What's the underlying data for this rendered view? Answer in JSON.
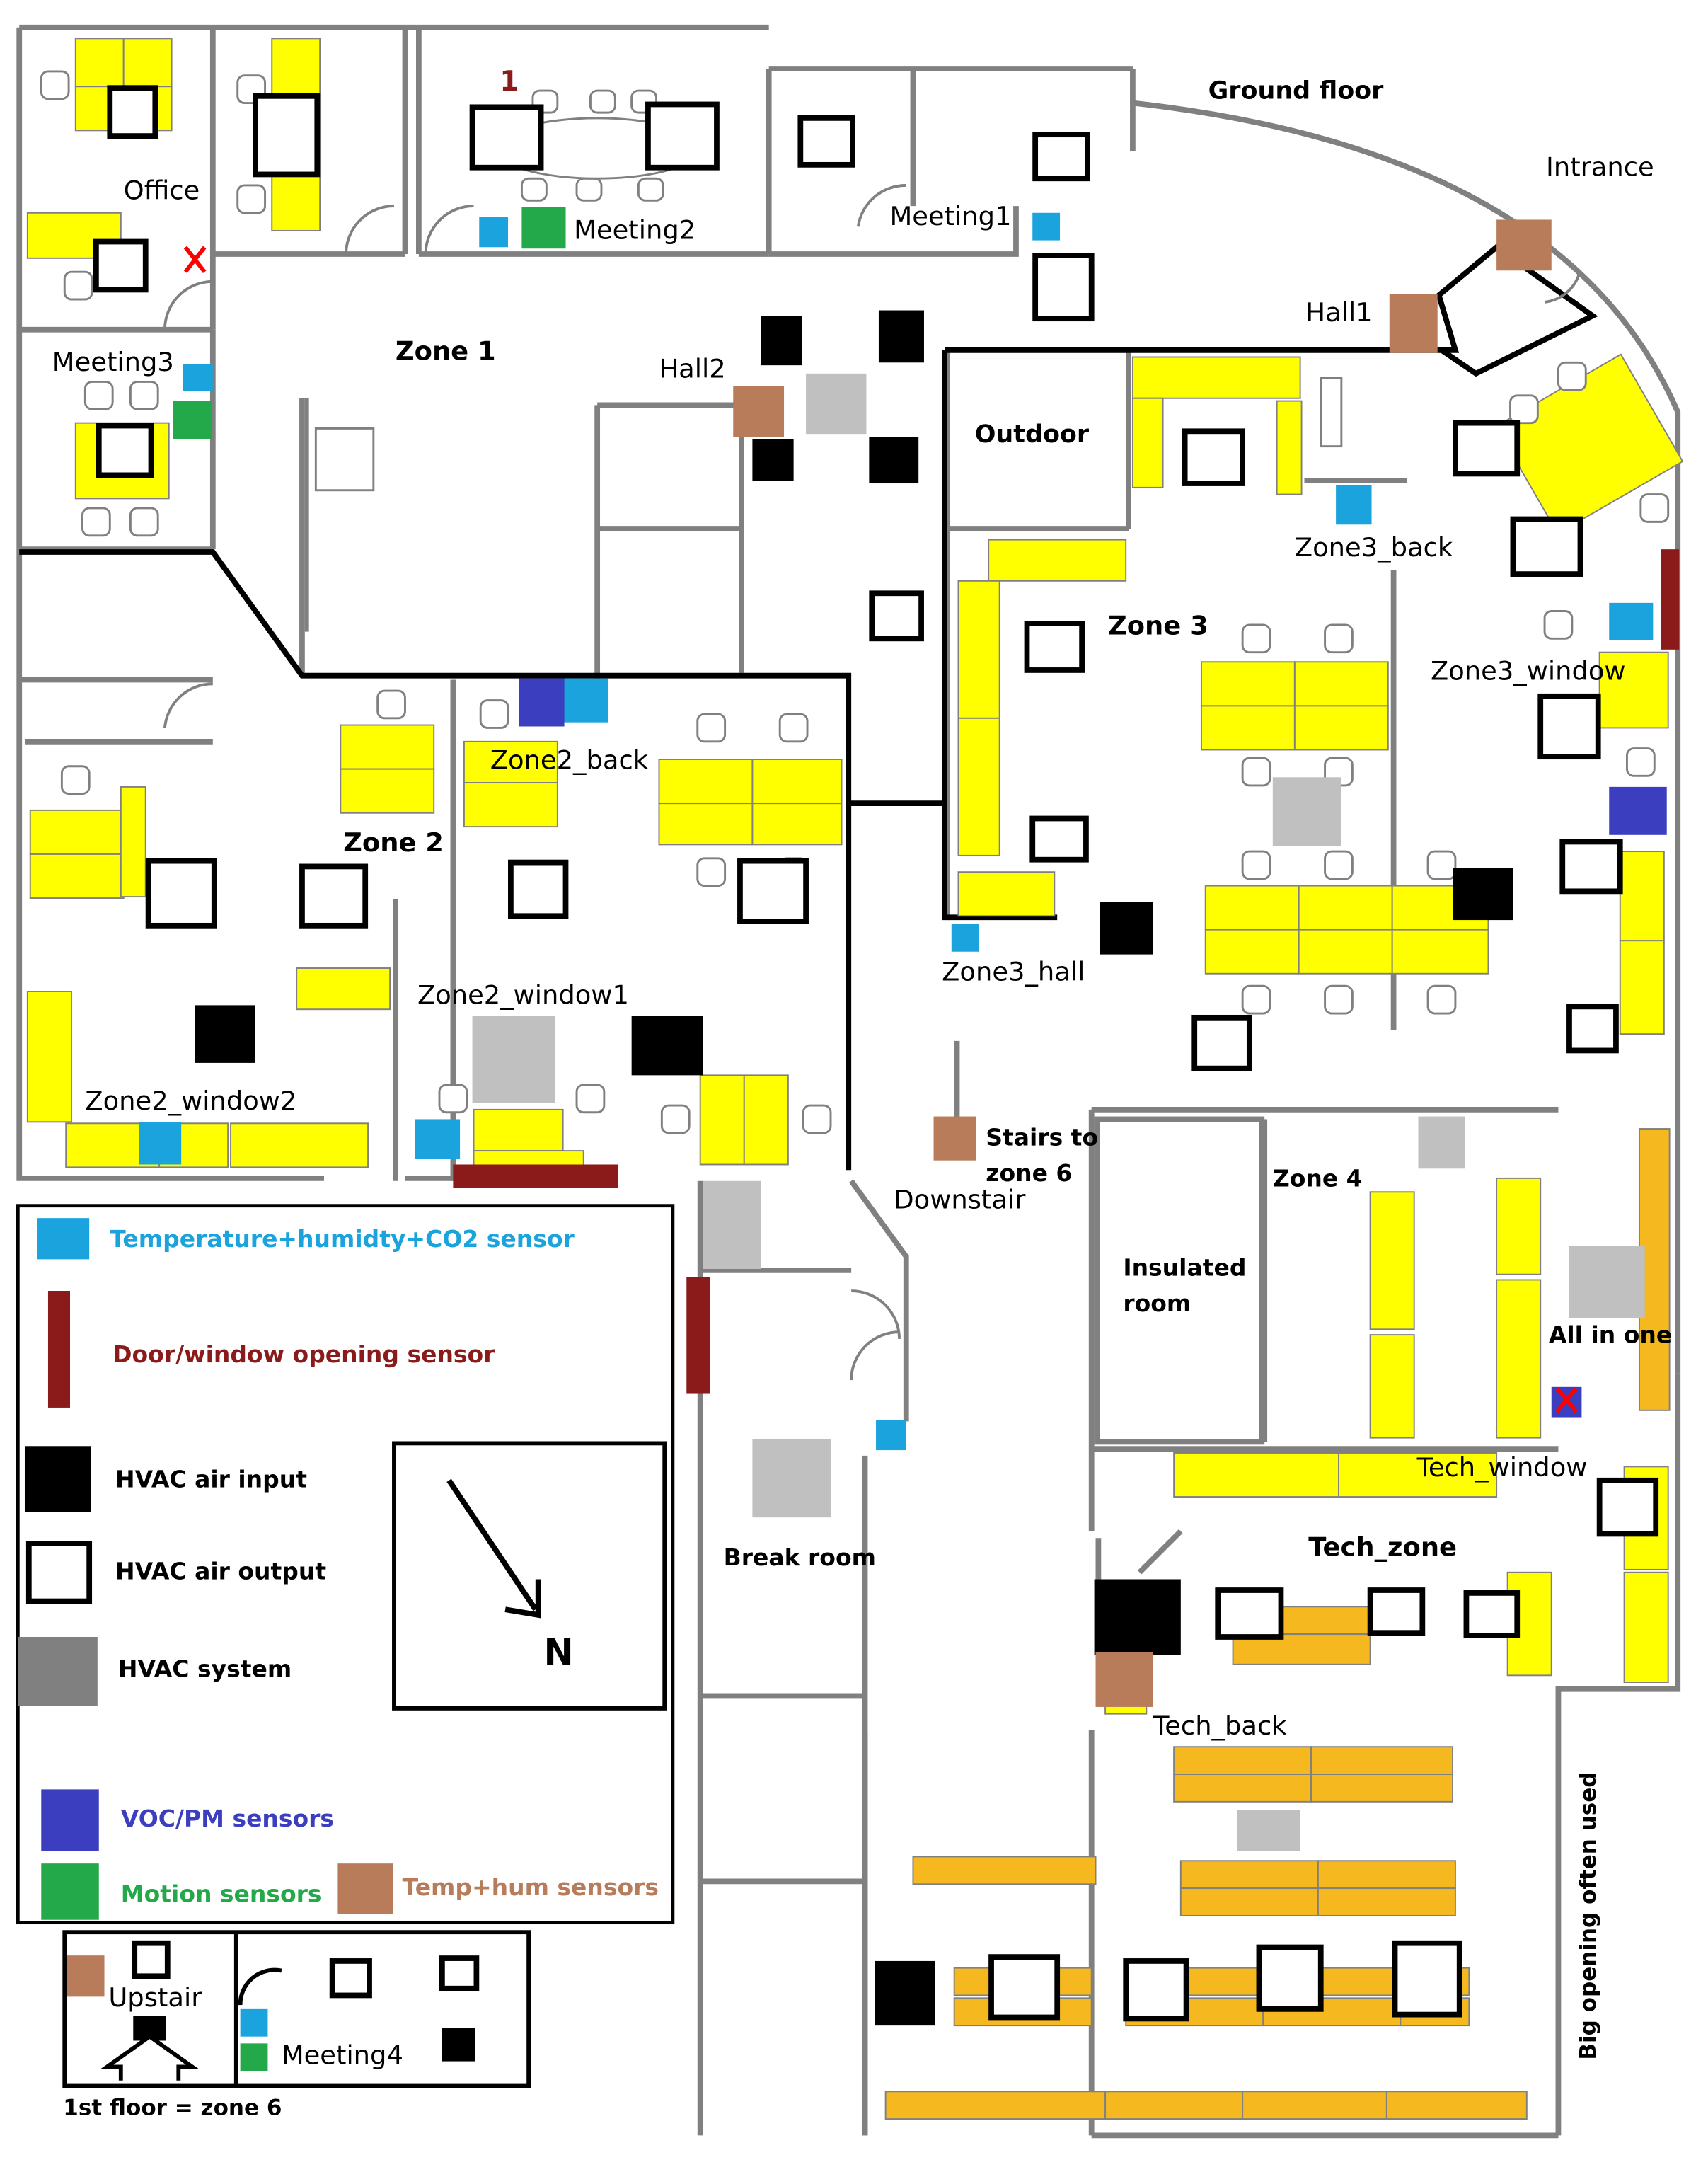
{
  "floor": {
    "title": "Ground floor",
    "entrance": "Intrance",
    "first_floor_note": "1st floor = zone 6",
    "big_opening": "Big opening often used",
    "room_number": "1",
    "north": "N"
  },
  "zones": {
    "zone1": "Zone 1",
    "zone2": "Zone 2",
    "zone3": "Zone 3",
    "zone4": "Zone 4",
    "tech": "Tech_zone"
  },
  "rooms": {
    "office": "Office",
    "meeting1": "Meeting1",
    "meeting2": "Meeting2",
    "meeting3": "Meeting3",
    "meeting4": "Meeting4",
    "hall1": "Hall1",
    "hall2": "Hall2",
    "outdoor": "Outdoor",
    "insulated_line1": "Insulated",
    "insulated_line2": "room",
    "break_room": "Break room",
    "stairs_line1": "Stairs to",
    "stairs_line2": "zone 6",
    "downstair": "Downstair",
    "upstair": "Upstair",
    "all_in_one": "All in one"
  },
  "sensor_labels": {
    "zone2_back": "Zone2_back",
    "zone2_window1": "Zone2_window1",
    "zone2_window2": "Zone2_window2",
    "zone3_back": "Zone3_back",
    "zone3_window": "Zone3_window",
    "zone3_hall": "Zone3_hall",
    "tech_window": "Tech_window",
    "tech_back": "Tech_back"
  },
  "legend": {
    "temp_hum_co2": "Temperature+humidty+CO2 sensor",
    "door_window": "Door/window  opening sensor",
    "hvac_input": "HVAC air input",
    "hvac_output": "HVAC air output",
    "hvac_system": "HVAC system",
    "voc_pm": "VOC/PM sensors",
    "motion": "Motion sensors",
    "temp_hum": "Temp+hum sensors"
  },
  "colors": {
    "co2_sensor": "#1aa3dc",
    "door_sensor": "#8b1a1a",
    "hvac_input": "#000000",
    "hvac_output": "#ffffff",
    "hvac_system": "#c0c0c0",
    "voc_pm": "#3b3fbf",
    "motion": "#23a84a",
    "temp_hum": "#b87c5a",
    "desk_yellow": "#ffff00",
    "desk_orange": "#f5b91f",
    "wall": "#808080"
  }
}
